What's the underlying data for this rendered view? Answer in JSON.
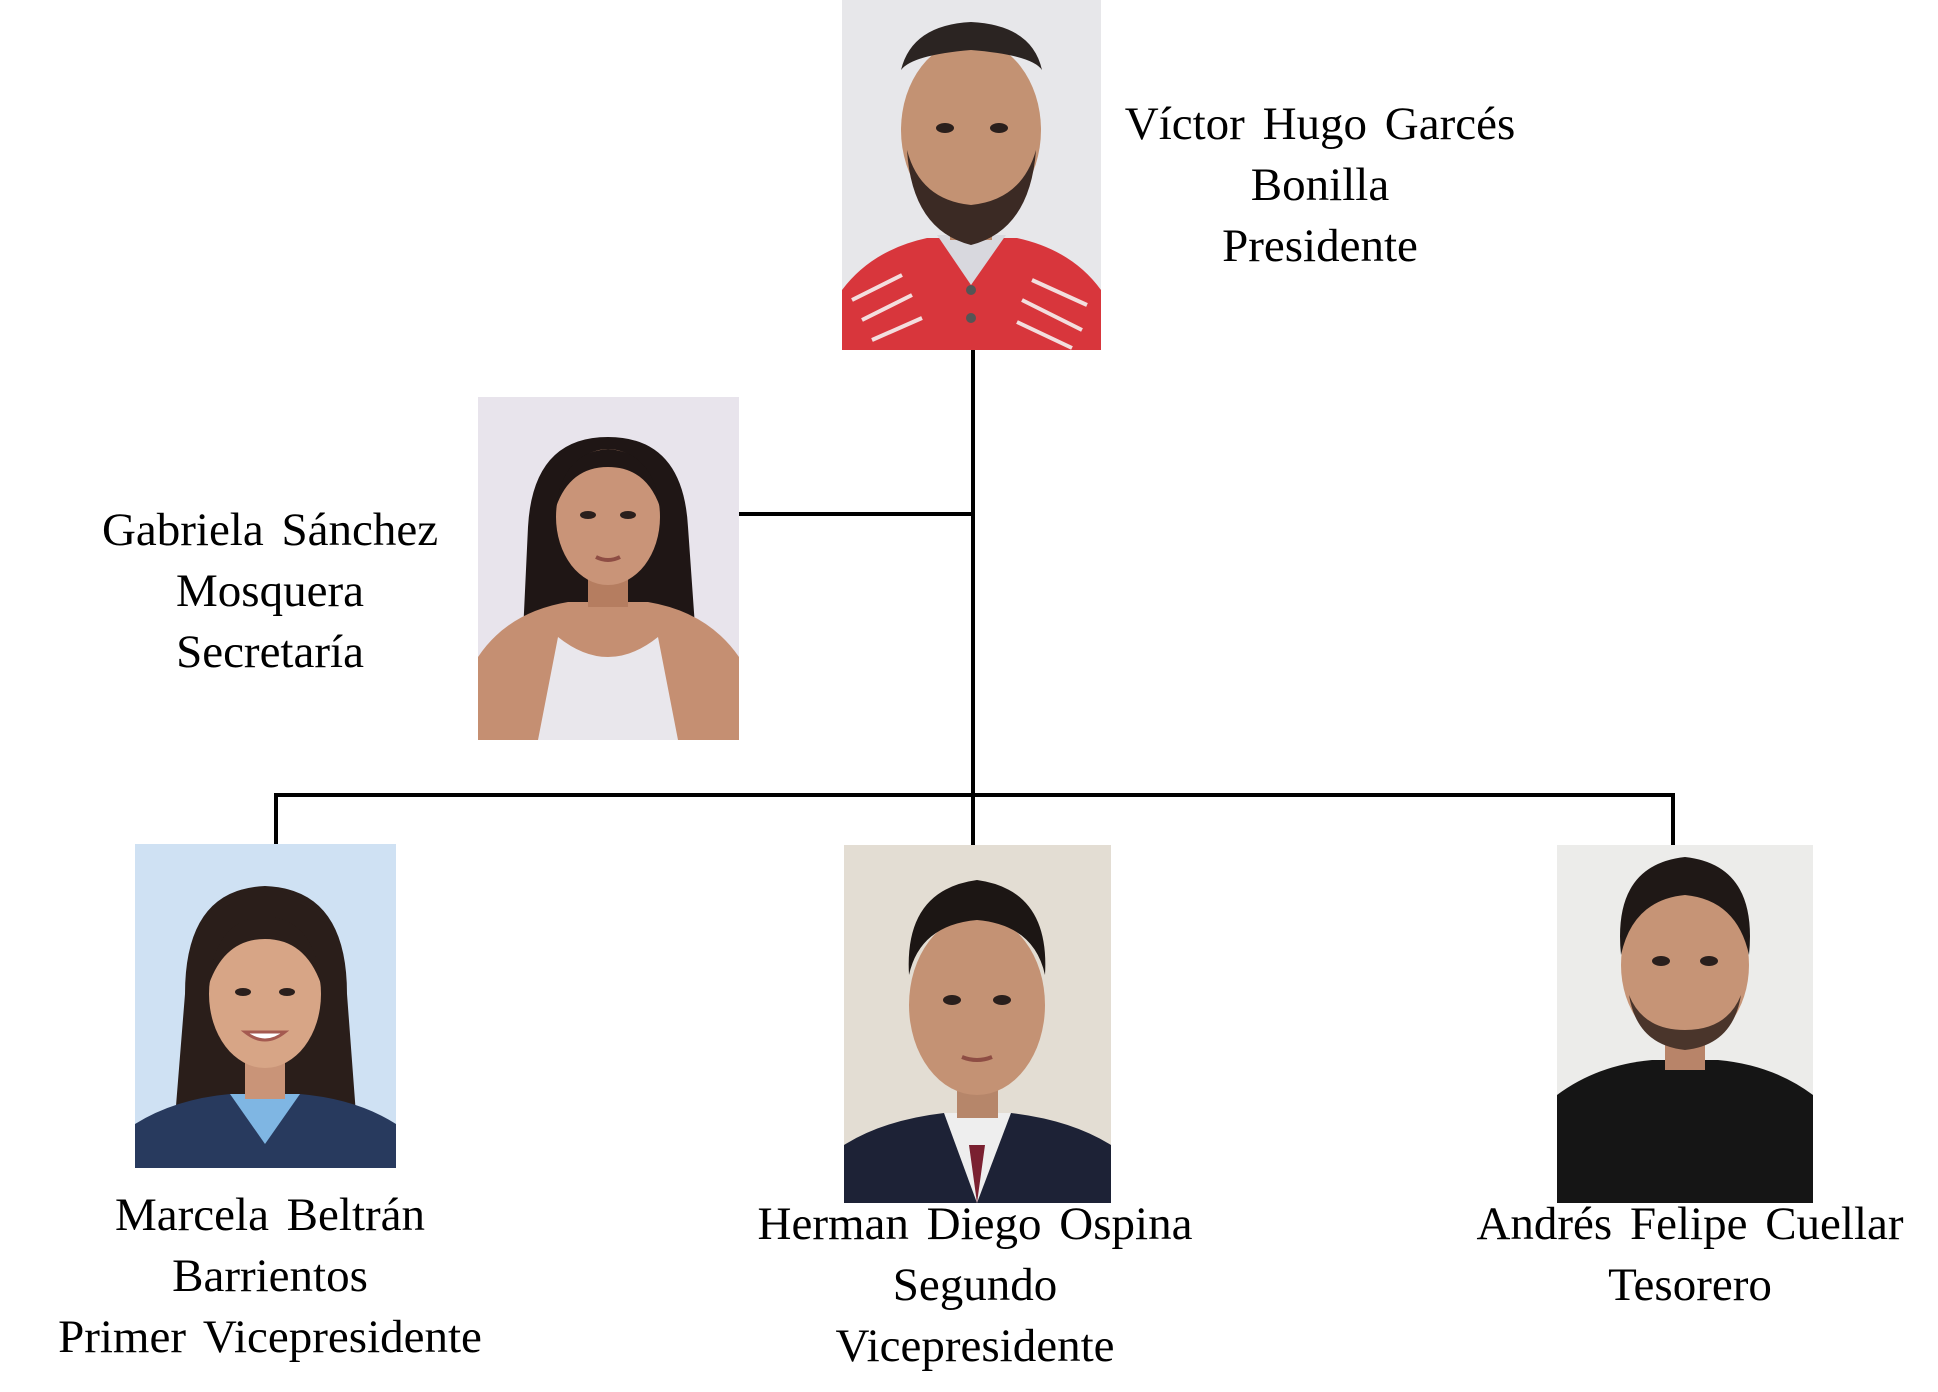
{
  "colors": {
    "line": "#000000",
    "text": "#000000",
    "background": "#ffffff"
  },
  "president": {
    "name_line1": "Víctor Hugo Garcés",
    "name_line2": "Bonilla",
    "role": "Presidente"
  },
  "secretary": {
    "name_line1": "Gabriela Sánchez",
    "name_line2": "Mosquera",
    "role": "Secretaría"
  },
  "first_vp": {
    "name_line1": "Marcela Beltrán",
    "name_line2": "Barrientos",
    "role": "Primer Vicepresidente"
  },
  "second_vp": {
    "name_line1": "Herman Diego Ospina",
    "role_line1": "Segundo",
    "role_line2": "Vicepresidente"
  },
  "treasurer": {
    "name_line1": "Andrés Felipe Cuellar",
    "role": "Tesorero"
  }
}
